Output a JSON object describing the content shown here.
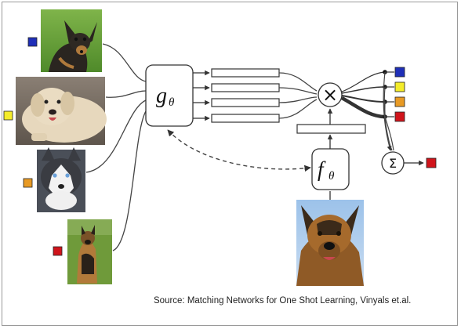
{
  "labels": {
    "g": "g",
    "theta": "θ",
    "f": "f",
    "multiply": "×",
    "sum": "Σ"
  },
  "colors": {
    "blue": "#1f2fb8",
    "yellow": "#f4ec2a",
    "orange": "#e89a24",
    "red": "#d0141b"
  },
  "support_images": [
    {
      "icon": "black-tan-chihuahua-photo",
      "label_color": "blue"
    },
    {
      "icon": "fat-labrador-photo",
      "label_color": "yellow"
    },
    {
      "icon": "husky-photo",
      "label_color": "orange"
    },
    {
      "icon": "german-shepherd-sitting-photo",
      "label_color": "red"
    }
  ],
  "query_image": {
    "icon": "german-shepherd-portrait-photo"
  },
  "output_labels": [
    "blue",
    "yellow",
    "orange",
    "red"
  ],
  "prediction_label": "red",
  "source": "Source: Matching Networks for One Shot Learning, Vinyals et.al."
}
